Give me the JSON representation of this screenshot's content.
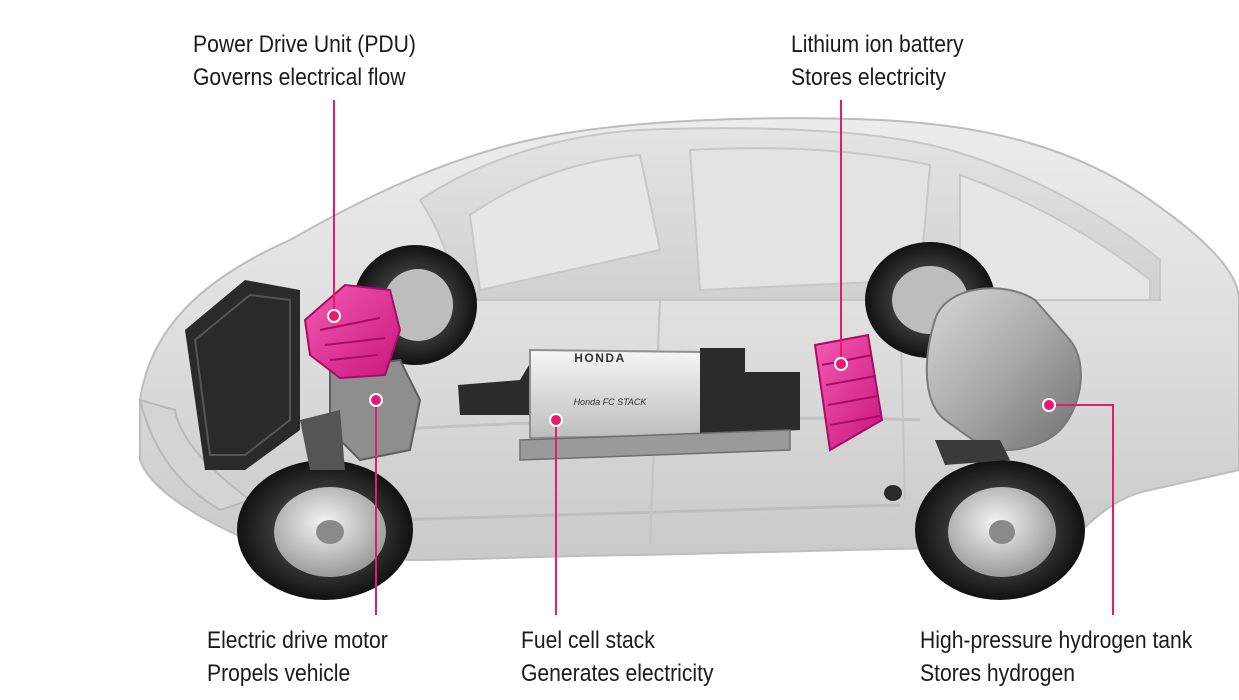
{
  "accent_color": "#e8196e",
  "labels": {
    "pdu": {
      "title": "Power Drive Unit (PDU)",
      "description": "Governs electrical flow"
    },
    "battery": {
      "title": "Lithium ion battery",
      "description": "Stores electricity"
    },
    "motor": {
      "title": "Electric drive motor",
      "description": "Propels vehicle"
    },
    "fuel_cell": {
      "title": "Fuel cell stack",
      "description": "Generates electricity"
    },
    "tank": {
      "title": "High-pressure hydrogen tank",
      "description": "Stores hydrogen"
    }
  },
  "components": {
    "fuel_cell_brand": "HONDA",
    "fuel_cell_model": "Honda FC STACK"
  }
}
